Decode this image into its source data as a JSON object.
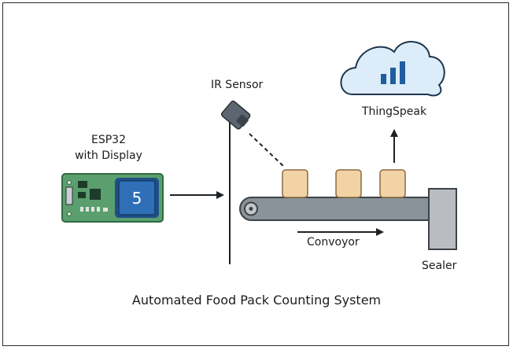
{
  "diagram": {
    "esp32": {
      "label_line1": "ESP32",
      "label_line2": "with Display",
      "display_value": "5"
    },
    "sensor": {
      "label": "IR Sensor"
    },
    "cloud": {
      "label": "ThingSpeak",
      "icon": "bar-chart-cloud-icon"
    },
    "conveyor": {
      "label": "Convoyor"
    },
    "sealer": {
      "label": "Sealer"
    },
    "caption": "Automated Food Pack Counting System",
    "packs_on_belt": 3
  },
  "colors": {
    "board": "#5a9f6d",
    "board_edge": "#2e6b43",
    "display": "#2f6fb6",
    "cloud": "#dcecf8",
    "cloud_bars": "#1f5fa0",
    "belt": "#8a929a",
    "pack": "#f2d3a6",
    "sealer": "#b9bcc0",
    "line": "#1e2227"
  }
}
